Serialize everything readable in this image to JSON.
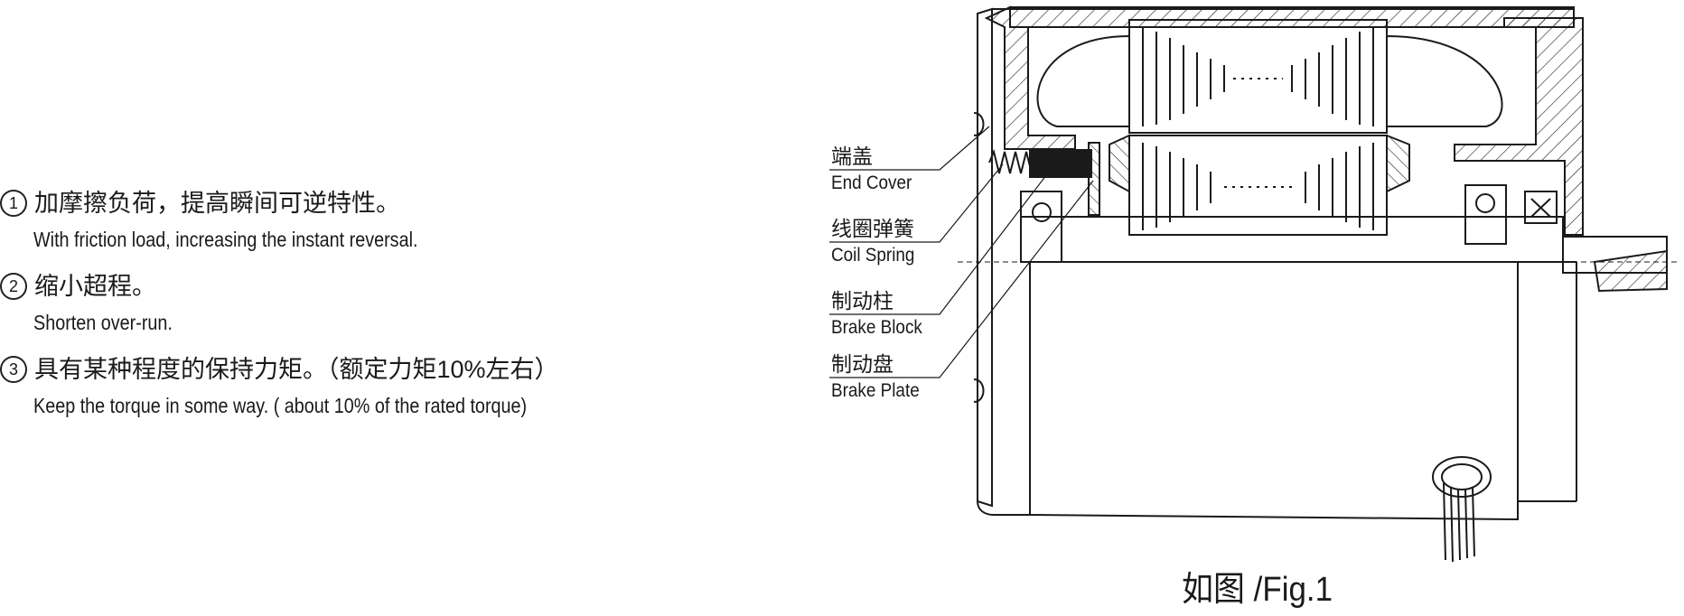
{
  "features": [
    {
      "marker": "1",
      "zh": "加摩擦负荷，提高瞬间可逆特性。",
      "en": "With friction load, increasing the instant reversal."
    },
    {
      "marker": "2",
      "zh": "缩小超程。",
      "en": "Shorten over-run."
    },
    {
      "marker": "3",
      "zh": "具有某种程度的保持力矩。（额定力矩10%左右）",
      "en": "Keep the torque in some way. ( about 10% of the rated torque)"
    }
  ],
  "callouts": [
    {
      "zh": "端盖",
      "en": "End Cover"
    },
    {
      "zh": "线圈弹簧",
      "en": "Coil Spring"
    },
    {
      "zh": "制动柱",
      "en": "Brake Block"
    },
    {
      "zh": "制动盘",
      "en": "Brake Plate"
    }
  ],
  "caption": "如图 /Fig.1",
  "colors": {
    "line": "#1a1a1a",
    "background": "#ffffff"
  }
}
